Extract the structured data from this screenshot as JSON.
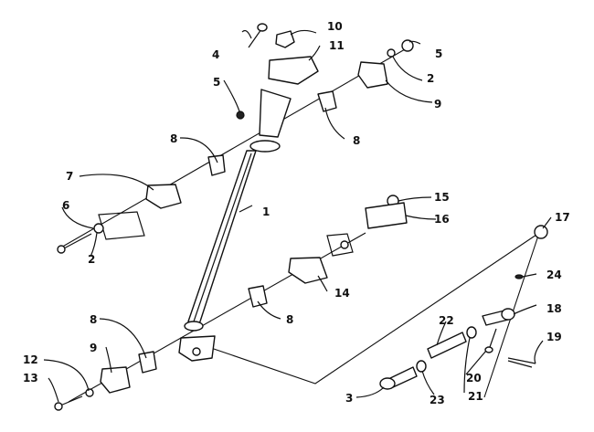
{
  "callouts": {
    "c1": "1",
    "c2a": "2",
    "c2b": "2",
    "c3": "3",
    "c4": "4",
    "c5a": "5",
    "c5b": "5",
    "c6": "6",
    "c7": "7",
    "c8a": "8",
    "c8b": "8",
    "c8c": "8",
    "c8d": "8",
    "c9a": "9",
    "c9b": "9",
    "c10": "10",
    "c11": "11",
    "c12": "12",
    "c13": "13",
    "c14": "14",
    "c15": "15",
    "c16": "16",
    "c17": "17",
    "c18": "18",
    "c19": "19",
    "c20": "20",
    "c21": "21",
    "c22": "22",
    "c23": "23",
    "c24": "24"
  }
}
